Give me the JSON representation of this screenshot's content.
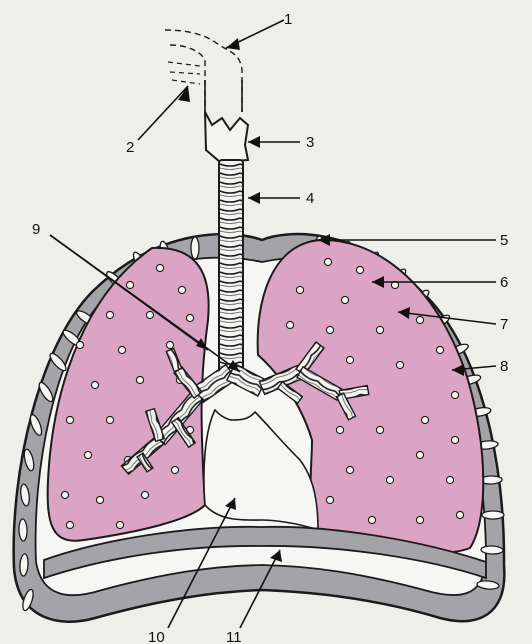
{
  "diagram": {
    "labels": {
      "l1": "1",
      "l2": "2",
      "l3": "3",
      "l4": "4",
      "l5": "5",
      "l6": "6",
      "l7": "7",
      "l8": "8",
      "l9": "9",
      "l10": "10",
      "l11": "11"
    },
    "colors": {
      "background": "#eeeeea",
      "lung_tissue": "#dba4c4",
      "pleura_band": "#a3a3a8",
      "pleural_cavity": "#f6f6f4",
      "outline": "#1b1b1b"
    }
  }
}
